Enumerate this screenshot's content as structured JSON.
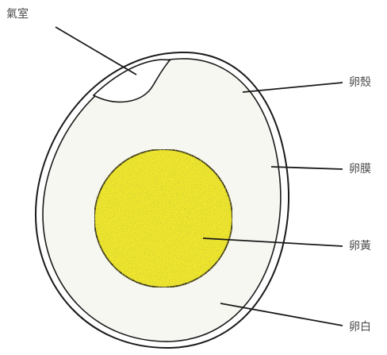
{
  "diagram": {
    "labels": {
      "air_cell": "氣室",
      "shell": "卵殼",
      "membrane": "卵膜",
      "yolk": "卵黃",
      "albumen": "卵白"
    },
    "colors": {
      "outline": "#1a1a1a",
      "shell_fill": "#ffffff",
      "albumen_fill": "#f7f7f2",
      "yolk_fill": "#f2ea2a",
      "yolk_stipple": "#9a8f10",
      "label_text": "#4a4a4a"
    }
  }
}
